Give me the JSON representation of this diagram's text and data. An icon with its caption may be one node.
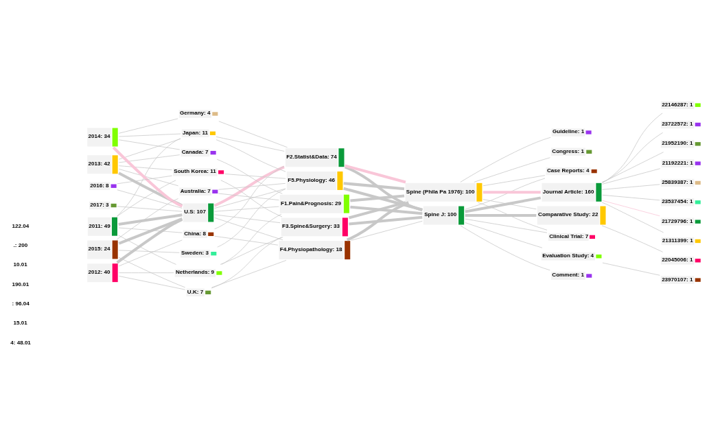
{
  "diagram": {
    "nodes": [
      {
        "text": [
          "2011: 49"
        ]
      },
      {
        "text": [
          "2013: 42"
        ]
      },
      {
        "text": [
          "2012: 40"
        ]
      },
      {
        "text": [
          "2014: 34"
        ]
      },
      {
        "text": [
          "2015: 24"
        ]
      },
      {
        "text": [
          "2016: 8"
        ]
      },
      {
        "text": [
          "2017: 3"
        ]
      },
      {
        "text": [
          "U.S: 107"
        ]
      },
      {
        "text": [
          "Japan: 11"
        ]
      },
      {
        "text": [
          "South Korea: 11"
        ]
      },
      {
        "text": [
          "Netherlands: 9"
        ]
      },
      {
        "text": [
          "China: 8"
        ]
      },
      {
        "text": [
          "Canada: 7"
        ]
      },
      {
        "text": [
          "Australia: 7"
        ]
      },
      {
        "text": [
          "U.K: 7"
        ]
      },
      {
        "text": [
          "Germany: 4"
        ]
      },
      {
        "text": [
          "Sweden: 3"
        ]
      },
      {
        "text": [
          "F2.Statist&Data: 74"
        ]
      },
      {
        "text": [
          "F5.Physiology: 46"
        ]
      },
      {
        "text": [
          "F3.Spine&Surgery: 33"
        ]
      },
      {
        "text": [
          "F1.Pain&Prognosis: 29"
        ]
      },
      {
        "text": [
          "F4.Physiopathology: 18"
        ]
      },
      {
        "text": [
          "Spine J: 100"
        ]
      },
      {
        "text": [
          "Spine (Phila Pa 1976): 100"
        ]
      },
      {
        "text": [
          "Journal Article: 160"
        ]
      },
      {
        "text": [
          "Comparative Study: 22"
        ]
      },
      {
        "text": [
          "Clinical Trial: 7"
        ]
      },
      {
        "text": [
          "Evaluation Study: 4"
        ]
      },
      {
        "text": [
          "Case Reports: 4"
        ]
      },
      {
        "text": [
          "Comment: 1"
        ]
      },
      {
        "text": [
          "Guideline: 1"
        ]
      },
      {
        "text": [
          "Congress: 1"
        ]
      },
      {
        "text": [
          "21729796: 1"
        ]
      },
      {
        "text": [
          "21311399: 1"
        ]
      },
      {
        "text": [
          "22045006: 1"
        ]
      },
      {
        "text": [
          "22146287: 1"
        ]
      },
      {
        "text": [
          "23970107: 1"
        ]
      },
      {
        "text": [
          "23722572: 1"
        ]
      },
      {
        "text": [
          "21952190: 1"
        ]
      },
      {
        "text": [
          "21192221: 1"
        ]
      },
      {
        "text": [
          "25839387: 1"
        ]
      },
      {
        "text": [
          "23537454: 1"
        ]
      }
    ],
    "edges": [
      {
        "from": 0,
        "to": 7,
        "arrow": "none",
        "style": "thick"
      },
      {
        "from": 0,
        "to": 8,
        "arrow": "none"
      },
      {
        "from": 0,
        "to": 9,
        "arrow": "none"
      },
      {
        "from": 0,
        "to": 10,
        "arrow": "none"
      },
      {
        "from": 0,
        "to": 11,
        "arrow": "none"
      },
      {
        "from": 1,
        "to": 7,
        "arrow": "none",
        "style": "thick"
      },
      {
        "from": 1,
        "to": 8,
        "arrow": "none"
      },
      {
        "from": 1,
        "to": 9,
        "arrow": "none"
      },
      {
        "from": 1,
        "to": 12,
        "arrow": "none"
      },
      {
        "from": 1,
        "to": 13,
        "arrow": "none"
      },
      {
        "from": 2,
        "to": 7,
        "arrow": "none",
        "style": "thick"
      },
      {
        "from": 2,
        "to": 10,
        "arrow": "none"
      },
      {
        "from": 2,
        "to": 11,
        "arrow": "none"
      },
      {
        "from": 2,
        "to": 14,
        "arrow": "none"
      },
      {
        "from": 3,
        "to": 7,
        "arrow": "none",
        "style": "thick",
        "color": "#f9c6d8"
      },
      {
        "from": 3,
        "to": 8,
        "arrow": "none"
      },
      {
        "from": 3,
        "to": 12,
        "arrow": "none"
      },
      {
        "from": 3,
        "to": 15,
        "arrow": "none"
      },
      {
        "from": 4,
        "to": 7,
        "arrow": "none",
        "style": "thick"
      },
      {
        "from": 4,
        "to": 13,
        "arrow": "none"
      },
      {
        "from": 4,
        "to": 14,
        "arrow": "none"
      },
      {
        "from": 4,
        "to": 16,
        "arrow": "none"
      },
      {
        "from": 5,
        "to": 7,
        "arrow": "none"
      },
      {
        "from": 5,
        "to": 9,
        "arrow": "none"
      },
      {
        "from": 6,
        "to": 7,
        "arrow": "none"
      },
      {
        "from": 7,
        "to": 17,
        "arrow": "none",
        "style": "thick",
        "color": "#f9c6d8"
      },
      {
        "from": 7,
        "to": 18,
        "arrow": "none"
      },
      {
        "from": 7,
        "to": 19,
        "arrow": "none"
      },
      {
        "from": 7,
        "to": 20,
        "arrow": "none"
      },
      {
        "from": 7,
        "to": 21,
        "arrow": "none"
      },
      {
        "from": 8,
        "to": 17,
        "arrow": "none"
      },
      {
        "from": 8,
        "to": 18,
        "arrow": "none"
      },
      {
        "from": 9,
        "to": 18,
        "arrow": "none"
      },
      {
        "from": 9,
        "to": 19,
        "arrow": "none"
      },
      {
        "from": 10,
        "to": 19,
        "arrow": "none"
      },
      {
        "from": 10,
        "to": 20,
        "arrow": "none"
      },
      {
        "from": 11,
        "to": 17,
        "arrow": "none"
      },
      {
        "from": 11,
        "to": 21,
        "arrow": "none"
      },
      {
        "from": 12,
        "to": 20,
        "arrow": "none"
      },
      {
        "from": 13,
        "to": 18,
        "arrow": "none"
      },
      {
        "from": 13,
        "to": 20,
        "arrow": "none"
      },
      {
        "from": 14,
        "to": 19,
        "arrow": "none"
      },
      {
        "from": 14,
        "to": 21,
        "arrow": "none"
      },
      {
        "from": 15,
        "to": 17,
        "arrow": "none"
      },
      {
        "from": 16,
        "to": 18,
        "arrow": "none"
      },
      {
        "from": 17,
        "to": 22,
        "arrow": "none",
        "style": "thick"
      },
      {
        "from": 17,
        "to": 23,
        "arrow": "none",
        "style": "thick",
        "color": "#f9c6d8"
      },
      {
        "from": 18,
        "to": 22,
        "arrow": "none",
        "style": "thick"
      },
      {
        "from": 18,
        "to": 23,
        "arrow": "none",
        "style": "thick"
      },
      {
        "from": 19,
        "to": 22,
        "arrow": "none",
        "style": "thick"
      },
      {
        "from": 19,
        "to": 23,
        "arrow": "none",
        "style": "thick"
      },
      {
        "from": 20,
        "to": 22,
        "arrow": "none",
        "style": "thick"
      },
      {
        "from": 20,
        "to": 23,
        "arrow": "none",
        "style": "thick"
      },
      {
        "from": 21,
        "to": 22,
        "arrow": "none"
      },
      {
        "from": 21,
        "to": 23,
        "arrow": "none",
        "style": "thick"
      },
      {
        "from": 22,
        "to": 24,
        "arrow": "none",
        "style": "thick"
      },
      {
        "from": 22,
        "to": 25,
        "arrow": "none",
        "style": "thick"
      },
      {
        "from": 22,
        "to": 26,
        "arrow": "none"
      },
      {
        "from": 22,
        "to": 27,
        "arrow": "none"
      },
      {
        "from": 22,
        "to": 28,
        "arrow": "none"
      },
      {
        "from": 22,
        "to": 29,
        "arrow": "none"
      },
      {
        "from": 23,
        "to": 24,
        "arrow": "none",
        "style": "thick",
        "color": "#f9c6d8"
      },
      {
        "from": 23,
        "to": 25,
        "arrow": "none"
      },
      {
        "from": 23,
        "to": 26,
        "arrow": "none"
      },
      {
        "from": 23,
        "to": 28,
        "arrow": "none"
      },
      {
        "from": 23,
        "to": 30,
        "arrow": "none"
      },
      {
        "from": 23,
        "to": 31,
        "arrow": "none"
      },
      {
        "from": 24,
        "to": 32,
        "arrow": "none",
        "color": "#f9c6d8"
      },
      {
        "from": 24,
        "to": 33,
        "arrow": "none"
      },
      {
        "from": 25,
        "to": 34,
        "arrow": "none"
      },
      {
        "from": 24,
        "to": 35,
        "arrow": "none"
      },
      {
        "from": 27,
        "to": 36,
        "arrow": "none"
      },
      {
        "from": 24,
        "to": 37,
        "arrow": "none"
      },
      {
        "from": 24,
        "to": 38,
        "arrow": "none"
      },
      {
        "from": 24,
        "to": 39,
        "arrow": "none"
      },
      {
        "from": 24,
        "to": 40,
        "arrow": "none"
      },
      {
        "from": 24,
        "to": 41,
        "arrow": "none"
      }
    ],
    "labels": [
      "122.04",
      ".: 200",
      "10.01",
      "190.01",
      ": 96.04",
      "15.01",
      "4: 48.01"
    ]
  }
}
